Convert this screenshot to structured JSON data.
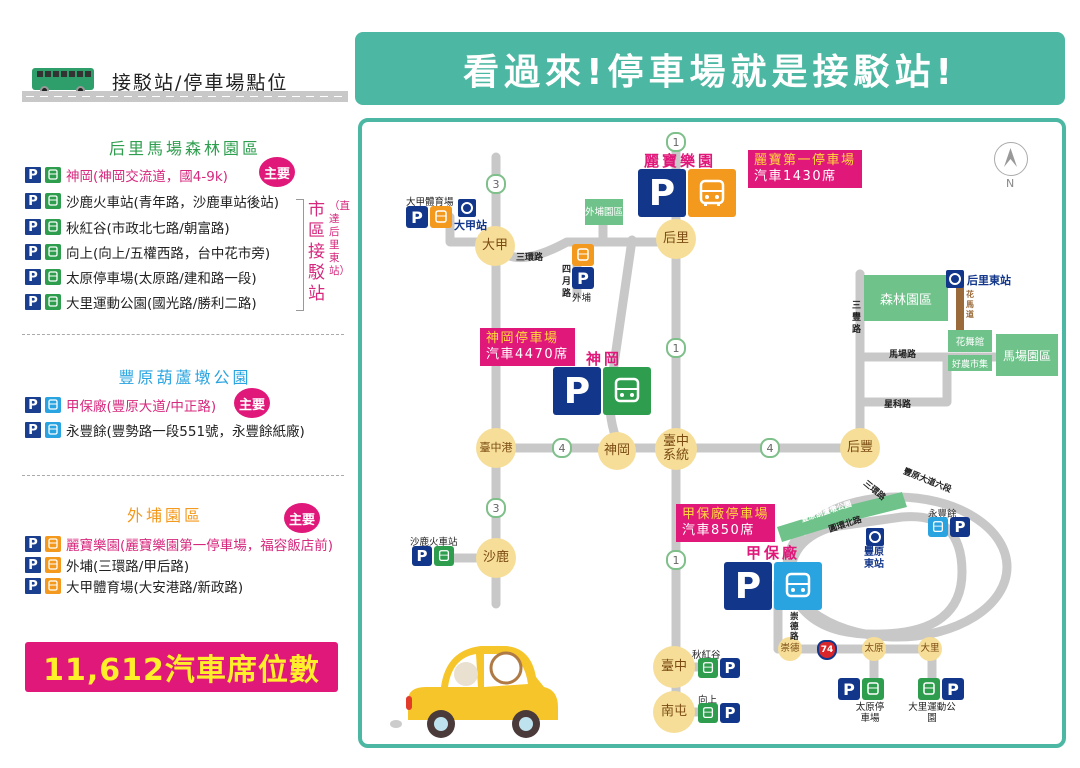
{
  "header": {
    "left_title": "接駁站/停車場點位",
    "banner": "看過來!停車場就是接駁站!"
  },
  "colors": {
    "teal": "#4cb7a3",
    "magenta": "#e0187a",
    "parking_blue": "#12368a",
    "bus_green": "#2e9e4e",
    "bus_lightblue": "#2aa4e0",
    "bus_orange": "#f39a1e",
    "node_yellow": "#f6de98",
    "road_gray": "#c8c8c8",
    "park_green": "#6fc38a"
  },
  "legend": {
    "main_tag": "主要",
    "sections": [
      {
        "title": "后里馬場森林園區",
        "color": "#2e9e4e",
        "items": [
          {
            "text": "神岡(神岡交流道，國4-9k)",
            "main": true
          },
          {
            "text": "沙鹿火車站(青年路，沙鹿車站後站)",
            "main": false
          },
          {
            "text": "秋紅谷(市政北七路/朝富路)",
            "main": false
          },
          {
            "text": "向上(向上/五權西路，台中花市旁)",
            "main": false
          },
          {
            "text": "太原停車場(太原路/建和路一段)",
            "main": false
          },
          {
            "text": "大里運動公園(國光路/勝利二路)",
            "main": false
          }
        ],
        "bracket_label": "市區接駁站",
        "bracket_sub": "（直達后里東站）"
      },
      {
        "title": "豐原葫蘆墩公園",
        "color": "#2aa4e0",
        "items": [
          {
            "text": "甲保廠(豐原大道/中正路)",
            "main": true
          },
          {
            "text": "永豐餘(豐勢路一段551號，永豐餘紙廠)",
            "main": false
          }
        ]
      },
      {
        "title": "外埔園區",
        "color": "#f39a1e",
        "items": [
          {
            "text": "麗寶樂園(麗寶樂園第一停車場，福容飯店前)",
            "main": true
          },
          {
            "text": "外埔(三環路/甲后路)",
            "main": false
          },
          {
            "text": "大甲體育場(大安港路/新政路)",
            "main": false
          }
        ]
      }
    ],
    "total": "11,612汽車席位數"
  },
  "map": {
    "compass": "N",
    "nodes": [
      "大甲",
      "后里",
      "臺中港",
      "神岡",
      "臺中系統",
      "后豐",
      "沙鹿",
      "臺中",
      "南屯",
      "崇德",
      "太原",
      "大里"
    ],
    "highways": [
      "1",
      "3",
      "4",
      "74"
    ],
    "callouts": {
      "lihpao": {
        "line1": "麗寶第一停車場",
        "line2": "汽車1430席",
        "label": "麗寶樂園"
      },
      "shengang": {
        "line1": "神岡停車場",
        "line2": "汽車4470席",
        "label": "神岡"
      },
      "jiabao": {
        "line1": "甲保廠停車場",
        "line2": "汽車850席",
        "label": "甲保廠"
      }
    },
    "parks": {
      "waipu": "外埔園區",
      "forest": "森林園區",
      "horse": "馬場園區",
      "flower_road": "花舞館",
      "farmers_market": "好農市集",
      "flower_path": "花馬道",
      "gourd_park": "豐原葫蘆墩公園"
    },
    "roads": {
      "sanhuan": "三環路",
      "siyue": "四月路",
      "sanfeng": "三豐路",
      "machang": "馬場路",
      "xingke": "星科路",
      "fengyuan_ave": "豐原大道六段",
      "sanhuan2": "三環路",
      "yuanhuan_n": "圓環北路",
      "chongde_rd": "崇德路"
    },
    "stations": {
      "dajia_stadium": "大甲體育場",
      "dajia_station": "大甲站",
      "waipu": "外埔",
      "houli_east": "后里東站",
      "shalu_station": "沙鹿火車站",
      "yongfengyu": "永豐餘",
      "fengyuan_east": "豐原東站",
      "qiuhonggu": "秋紅谷",
      "xiangshang": "向上",
      "taiyuan": "太原停車場",
      "dali": "大里運動公園"
    }
  }
}
